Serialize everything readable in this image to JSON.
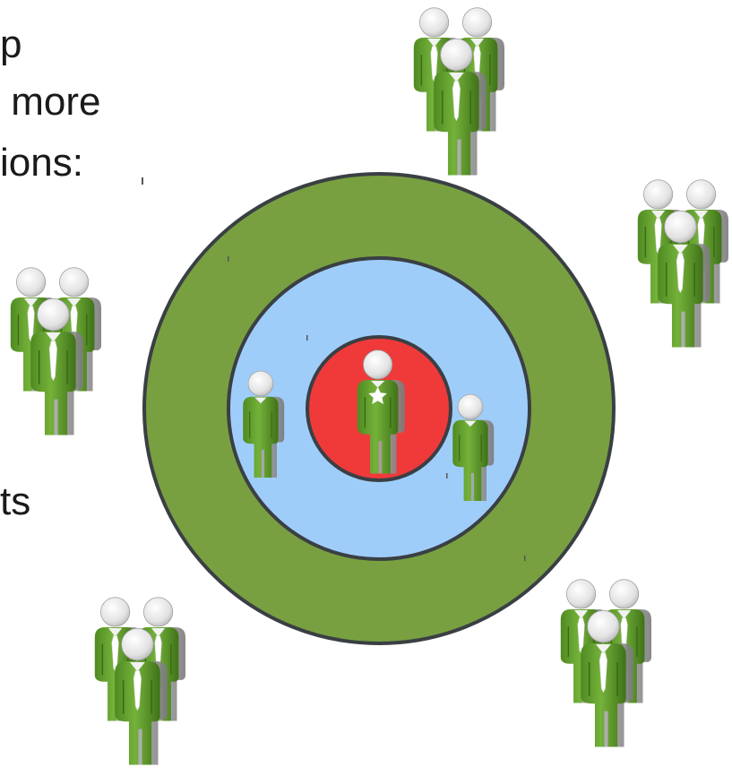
{
  "text_fragments": [
    "p",
    " more",
    "ions:",
    "ts"
  ],
  "colors": {
    "outer_ring": "#78a040",
    "middle_ring": "#9fcdfa",
    "inner_circle": "#f03a3a",
    "ring_stroke": "#3a3f44",
    "person_body": "#5e9e2c",
    "person_body_light": "#8cc152",
    "person_head": "#e8e8e8",
    "tie": "#ffffff",
    "star": "#ffffff"
  },
  "icons": {
    "group": "people-group-icon",
    "person": "person-icon",
    "leader": "person-star-icon"
  }
}
